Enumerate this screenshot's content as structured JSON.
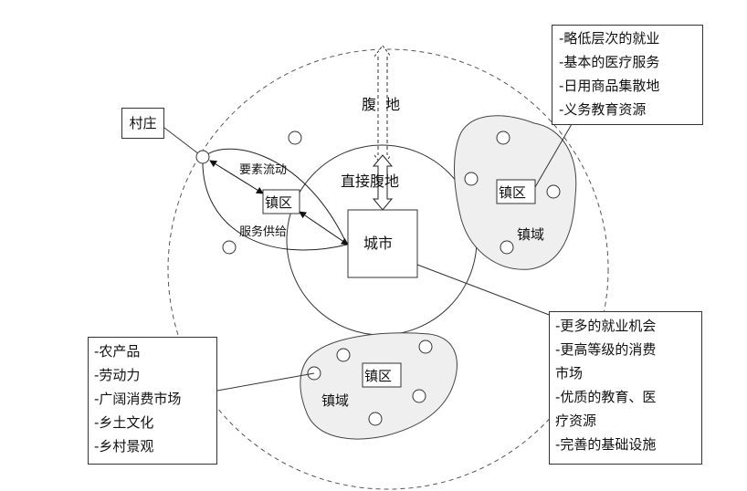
{
  "nodes": {
    "village": "村庄",
    "town_center": "镇区",
    "city": "城市",
    "hinterland": "腹  地",
    "direct_hinterland": "直接腹地",
    "town_center_right": "镇区",
    "town_domain_right": "镇域",
    "town_center_bottom": "镇区",
    "town_domain_bottom": "镇域"
  },
  "flows": {
    "factor_flow": "要素流动",
    "service_supply": "服务供给"
  },
  "town_functions": [
    "-略低层次的就业",
    "-基本的医疗服务",
    "-日用商品集散地",
    "-义务教育资源"
  ],
  "city_functions": [
    "-更多的就业机会",
    "-更高等级的消费",
    "市场",
    "-优质的教育、医",
    "疗资源",
    "-完善的基础设施"
  ],
  "village_functions": [
    "-农产品",
    "-劳动力",
    "-广阔消费市场",
    "-乡土文化",
    "-乡村景观"
  ]
}
